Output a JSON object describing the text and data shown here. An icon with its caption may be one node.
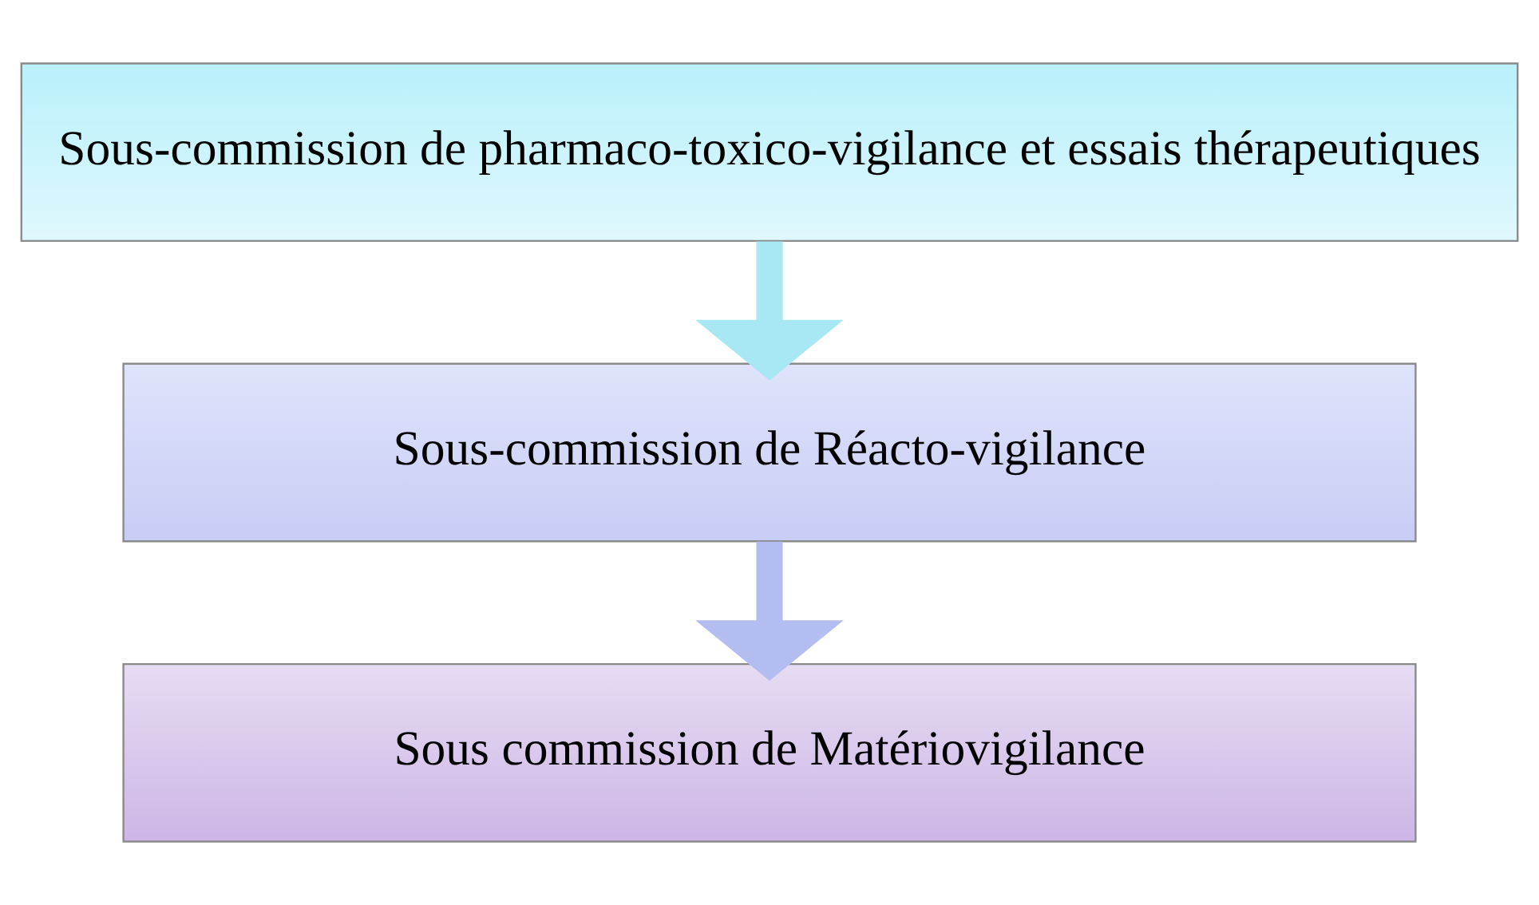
{
  "diagram": {
    "nodes": [
      {
        "text": [
          "Sous-commission de pharmaco-toxico-vigilance et essais thérapeutiques"
        ]
      },
      {
        "text": [
          "Sous-commission de Réacto-vigilance"
        ]
      },
      {
        "text": [
          "Sous commission de Matériovigilance"
        ]
      }
    ],
    "edges": [
      {
        "from": 0,
        "to": 1,
        "arrow": "to",
        "color": "#a8e8f4"
      },
      {
        "from": 1,
        "to": 2,
        "arrow": "to",
        "color": "#b4bdf0"
      }
    ]
  }
}
